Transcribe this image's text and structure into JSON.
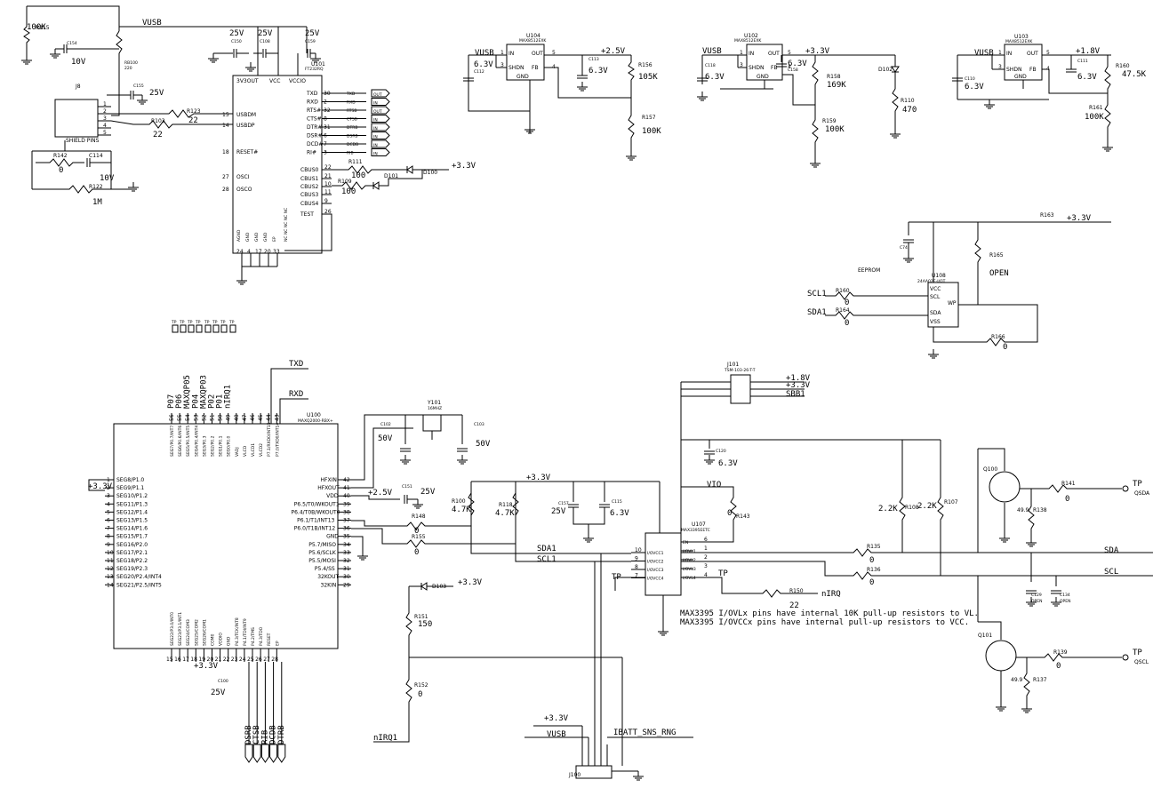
{
  "nets": {
    "vusb": "VUSB",
    "v33": "+3.3V",
    "v25": "+2.5V",
    "v18": "+1.8V",
    "txd": "TXD",
    "rxd": "RXD",
    "sda": "SDA",
    "scl": "SCL",
    "sda1": "SDA1",
    "scl1": "SCL1",
    "vio": "VIO",
    "sbb1": "SBB1",
    "nirq": "nIRQ",
    "nirq1": "nIRQ1",
    "ibatt": "IBATT_SNS_RNG",
    "qsda": "QSDA",
    "qscl": "QSCL",
    "tp": "TP",
    "eeprom": "EEPROM"
  },
  "parts": {
    "r115": {
      "ref": "R115",
      "val": "100K"
    },
    "c154": {
      "ref": "C154",
      "val": "10V"
    },
    "rb100": {
      "ref": "RB100",
      "val": "220"
    },
    "c155": {
      "ref": "C155",
      "val": "25V"
    },
    "j8": {
      "ref": "J8",
      "val": "SHIELD PINS"
    },
    "r123": {
      "ref": "R123",
      "val": "22"
    },
    "r103": {
      "ref": "R103",
      "val": "22"
    },
    "r142": {
      "ref": "R142",
      "val": "0"
    },
    "c114": {
      "ref": "C114",
      "val": "10V"
    },
    "r122": {
      "ref": "R122",
      "val": "1M"
    },
    "c150": {
      "ref": "C150",
      "val": "25V"
    },
    "c108": {
      "ref": "C108",
      "val": "25V"
    },
    "c159": {
      "ref": "C159",
      "val": "25V"
    },
    "u101": {
      "ref": "U101",
      "val": "FT232RQ"
    },
    "r111": {
      "ref": "R111",
      "val": "100"
    },
    "r109": {
      "ref": "R109",
      "val": "100"
    },
    "d101": {
      "ref": "D101"
    },
    "d100": {
      "ref": "D100"
    },
    "u104": {
      "ref": "U104",
      "val": "MAX8512EXK"
    },
    "c112": {
      "ref": "C112",
      "val": "6.3V"
    },
    "c113": {
      "ref": "C113",
      "val": "6.3V"
    },
    "r156": {
      "ref": "R156",
      "val": "105K"
    },
    "r157": {
      "ref": "R157",
      "val": "100K"
    },
    "u102": {
      "ref": "U102",
      "val": "MAX8512EXK"
    },
    "c118": {
      "ref": "C118",
      "val": "6.3V"
    },
    "c158": {
      "ref": "C158",
      "val": "6.3V"
    },
    "r158": {
      "ref": "R158",
      "val": "169K"
    },
    "r159": {
      "ref": "R159",
      "val": "100K"
    },
    "d102": {
      "ref": "D102"
    },
    "r110": {
      "ref": "R110",
      "val": "470"
    },
    "u103": {
      "ref": "U103",
      "val": "MAX8512EXK"
    },
    "c110": {
      "ref": "C110",
      "val": "6.3V"
    },
    "c111": {
      "ref": "C111",
      "val": "6.3V"
    },
    "r160": {
      "ref": "R160",
      "val": "47.5K"
    },
    "r161": {
      "ref": "R161",
      "val": "100K"
    },
    "c74": {
      "ref": "C74"
    },
    "r163": {
      "ref": "R163"
    },
    "r165": {
      "ref": "R165",
      "val": "OPEN"
    },
    "u108": {
      "ref": "U108",
      "val": "24AA02E-I/OT"
    },
    "r160b": {
      "ref": "R160",
      "val": "0"
    },
    "r164": {
      "ref": "R164",
      "val": "0"
    },
    "r166": {
      "ref": "R166",
      "val": "0"
    },
    "u100": {
      "ref": "U100",
      "val": "MAXQ2000-RBX+"
    },
    "y101": {
      "ref": "Y101",
      "val": "16MHZ"
    },
    "c102": {
      "ref": "C102",
      "val": "50V"
    },
    "c103": {
      "ref": "C103",
      "val": "50V"
    },
    "c151": {
      "ref": "C151",
      "val": "25V"
    },
    "r100": {
      "ref": "R100",
      "val": "4.7K"
    },
    "r118": {
      "ref": "R118",
      "val": "4.7K"
    },
    "c157": {
      "ref": "C157",
      "val": "25V"
    },
    "c115": {
      "ref": "C115",
      "val": "6.3V"
    },
    "r148": {
      "ref": "R148",
      "val": "0"
    },
    "r155": {
      "ref": "R155",
      "val": "0"
    },
    "c100": {
      "ref": "C100",
      "val": "25V"
    },
    "d103": {
      "ref": "D103"
    },
    "r151": {
      "ref": "R151",
      "val": "150"
    },
    "r152": {
      "ref": "R152",
      "val": "0"
    },
    "j100": {
      "ref": "J100"
    },
    "j101": {
      "ref": "J101",
      "val": "TSM-103-26-T-T"
    },
    "c120": {
      "ref": "C120",
      "val": "6.3V"
    },
    "u107": {
      "ref": "U107",
      "val": "MAX3395EETC"
    },
    "r143": {
      "ref": "R143",
      "val": "0"
    },
    "r108": {
      "ref": "R108",
      "val": "2.2K"
    },
    "r107": {
      "ref": "R107",
      "val": "2.2K"
    },
    "r135": {
      "ref": "R135",
      "val": "0"
    },
    "r136": {
      "ref": "R136",
      "val": "0"
    },
    "c129": {
      "ref": "C129",
      "val": "OPEN"
    },
    "c134": {
      "ref": "C134",
      "val": "OPEN"
    },
    "r150": {
      "ref": "R150",
      "val": "22"
    },
    "q100": {
      "ref": "Q100"
    },
    "q101": {
      "ref": "Q101"
    },
    "r141": {
      "ref": "R141",
      "val": "0"
    },
    "r138": {
      "ref": "R138",
      "val": "49.9"
    },
    "r139": {
      "ref": "R139",
      "val": "0"
    },
    "r137": {
      "ref": "R137",
      "val": "49.9"
    }
  },
  "u101_pins_right": [
    {
      "n": "30",
      "name": "TXD",
      "net": "TXD",
      "dir": "OUT"
    },
    {
      "n": "2",
      "name": "RXD",
      "net": "RXD",
      "dir": "IN"
    },
    {
      "n": "32",
      "name": "RTS#",
      "net": "RTSB",
      "dir": "OUT"
    },
    {
      "n": "8",
      "name": "CTS#",
      "net": "CTSB",
      "dir": "IN"
    },
    {
      "n": "31",
      "name": "DTR#",
      "net": "DTRB",
      "dir": "IN"
    },
    {
      "n": "6",
      "name": "DSR#",
      "net": "DSRB",
      "dir": "IN"
    },
    {
      "n": "7",
      "name": "DCD#",
      "net": "DCDB",
      "dir": "IN"
    },
    {
      "n": "3",
      "name": "RI#",
      "net": "RIB",
      "dir": "IN"
    }
  ],
  "u101_cbus": [
    {
      "n": "22",
      "name": "CBUS0"
    },
    {
      "n": "21",
      "name": "CBUS1"
    },
    {
      "n": "10",
      "name": "CBUS2"
    },
    {
      "n": "11",
      "name": "CBUS3"
    },
    {
      "n": "9",
      "name": "CBUS4"
    },
    {
      "n": "26",
      "name": "TEST"
    }
  ],
  "u100_left": [
    {
      "n": "1",
      "name": "SEG8/P1.0"
    },
    {
      "n": "2",
      "name": "SEG9/P1.1"
    },
    {
      "n": "3",
      "name": "SEG10/P1.2"
    },
    {
      "n": "4",
      "name": "SEG11/P1.3"
    },
    {
      "n": "5",
      "name": "SEG12/P1.4"
    },
    {
      "n": "6",
      "name": "SEG13/P1.5"
    },
    {
      "n": "7",
      "name": "SEG14/P1.6"
    },
    {
      "n": "8",
      "name": "SEG15/P1.7"
    },
    {
      "n": "9",
      "name": "SEG16/P2.0"
    },
    {
      "n": "10",
      "name": "SEG17/P2.1"
    },
    {
      "n": "11",
      "name": "SEG18/P2.2"
    },
    {
      "n": "12",
      "name": "SEG19/P2.3"
    },
    {
      "n": "13",
      "name": "SEG20/P2.4/INT4"
    },
    {
      "n": "14",
      "name": "SEG21/P2.5/INT5"
    }
  ],
  "u100_right": [
    {
      "n": "42",
      "name": "HFXIN"
    },
    {
      "n": "41",
      "name": "HFXOUT"
    },
    {
      "n": "40",
      "name": "VDD"
    },
    {
      "n": "39",
      "name": "P6.5/T0/WKOUT1"
    },
    {
      "n": "38",
      "name": "P6.4/T0B/WKOUT0"
    },
    {
      "n": "37",
      "name": "P6.1/T1/INT13"
    },
    {
      "n": "36",
      "name": "P6.0/T1B/INT12"
    },
    {
      "n": "35",
      "name": "GND"
    },
    {
      "n": "34",
      "name": "P5.7/MISO"
    },
    {
      "n": "33",
      "name": "P5.6/SCLK"
    },
    {
      "n": "32",
      "name": "P5.5/MOSI"
    },
    {
      "n": "31",
      "name": "P5.4/SS"
    },
    {
      "n": "30",
      "name": "32KOUT"
    },
    {
      "n": "29",
      "name": "32KIN"
    }
  ],
  "u100_top": [
    {
      "n": "56",
      "name": "SEG7/P0.7/INT7",
      "net": "P07"
    },
    {
      "n": "55",
      "name": "SEG6/P0.6/INT6",
      "net": "P06"
    },
    {
      "n": "54",
      "name": "SEG5/P0.5/INT5",
      "net": "MAXQP05"
    },
    {
      "n": "53",
      "name": "SEG4/P0.4/INT4",
      "net": "P04"
    },
    {
      "n": "52",
      "name": "SEG3/P0.3",
      "net": "MAXQP03"
    },
    {
      "n": "51",
      "name": "SEG2/P0.2",
      "net": "P02"
    },
    {
      "n": "50",
      "name": "SEG1/P0.1",
      "net": "P01"
    },
    {
      "n": "49",
      "name": "SEG0/P0.0",
      "net": "nIRQ1"
    },
    {
      "n": "48",
      "name": "VADJ"
    },
    {
      "n": "47",
      "name": "VLCD"
    },
    {
      "n": "46",
      "name": "VLCD1"
    },
    {
      "n": "45",
      "name": "VLCD2"
    },
    {
      "n": "44",
      "name": "P7.1/RXD0/INT15"
    },
    {
      "n": "43",
      "name": "P7.0/TXD0/INT14"
    }
  ],
  "u100_bottom": [
    {
      "n": "15",
      "name": "SEG22/P3.0/INT0"
    },
    {
      "n": "16",
      "name": "SEG23/P3.1/INT1"
    },
    {
      "n": "17",
      "name": "SEG24/COM3"
    },
    {
      "n": "18",
      "name": "SEG25/COM2"
    },
    {
      "n": "19",
      "name": "SEG26/COM1"
    },
    {
      "n": "20",
      "name": "COM0"
    },
    {
      "n": "21",
      "name": "VDDIO"
    },
    {
      "n": "22",
      "name": "GND"
    },
    {
      "n": "23",
      "name": "P4.3/TCK/INT8"
    },
    {
      "n": "24",
      "name": "P4.1/TDI/INT9"
    },
    {
      "n": "25",
      "name": "P4.2/TMS"
    },
    {
      "n": "26",
      "name": "P4.3/TDO"
    },
    {
      "n": "27",
      "name": "RESET"
    },
    {
      "n": "28",
      "name": "EP"
    }
  ],
  "u100_bottom_nets": [
    "DSRB",
    "CTSB",
    "RIB",
    "DCDB",
    "DTRB"
  ],
  "u107_left": [
    {
      "n": "10",
      "name": "I/OVCC1"
    },
    {
      "n": "9",
      "name": "I/OVCC2"
    },
    {
      "n": "8",
      "name": "I/OVCC3"
    },
    {
      "n": "7",
      "name": "I/OVCC4"
    }
  ],
  "u107_right": [
    {
      "n": "6",
      "name": "EN"
    },
    {
      "n": "1",
      "name": "I/OVL1"
    },
    {
      "n": "2",
      "name": "I/OVL2"
    },
    {
      "n": "3",
      "name": "I/OVL3"
    },
    {
      "n": "4",
      "name": "I/OVL4"
    }
  ],
  "notes": [
    "MAX3395 I/OVLx pins have internal 10K pull-up resistors to VL.",
    "MAX3395 I/OVCCx pins have internal pull-up resistors to VCC."
  ]
}
